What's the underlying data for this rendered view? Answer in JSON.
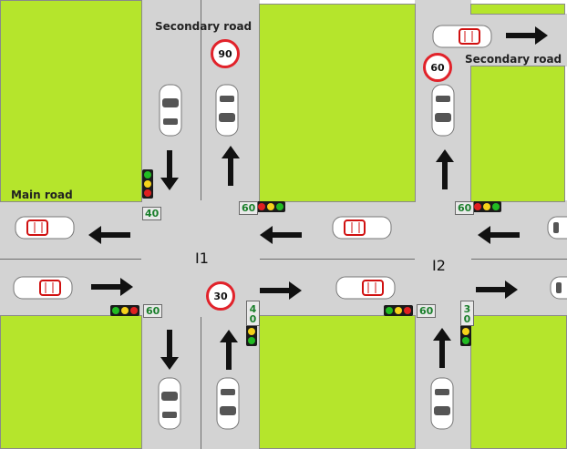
{
  "roads": {
    "main_label": "Main road",
    "secondary_left_label": "Secondary road",
    "secondary_right_label": "Secondary road"
  },
  "intersections": {
    "i1": "I1",
    "i2": "I2"
  },
  "speed_signs": {
    "top": "90",
    "right": "60",
    "center": "30"
  },
  "signals": {
    "i1_north": {
      "timer": "40",
      "lights": [
        "#22bb22",
        "#f5d21a",
        "#e02020"
      ]
    },
    "i1_east": {
      "timer": "60",
      "lights": [
        "#e02020",
        "#f5d21a",
        "#22bb22"
      ]
    },
    "i1_west": {
      "timer": "60",
      "lights": [
        "#22bb22",
        "#f5d21a",
        "#e02020"
      ]
    },
    "i1_south": {
      "timer": "40",
      "lights": [
        "#e02020",
        "#f5d21a",
        "#22bb22"
      ]
    },
    "i2_north": {
      "timer": "60",
      "lights": [
        "#e02020",
        "#f5d21a",
        "#22bb22"
      ]
    },
    "i2_west": {
      "timer": "60",
      "lights": [
        "#22bb22",
        "#f5d21a",
        "#e02020"
      ]
    },
    "i2_south": {
      "timer": "30",
      "lights": [
        "#e02020",
        "#f5d21a",
        "#22bb22"
      ]
    }
  },
  "colors": {
    "grass": "#b5e52c",
    "road": "#d3d3d3",
    "sign_ring": "#e1222a",
    "timer_text": "#1a7f2b",
    "arrow": "#111111"
  }
}
